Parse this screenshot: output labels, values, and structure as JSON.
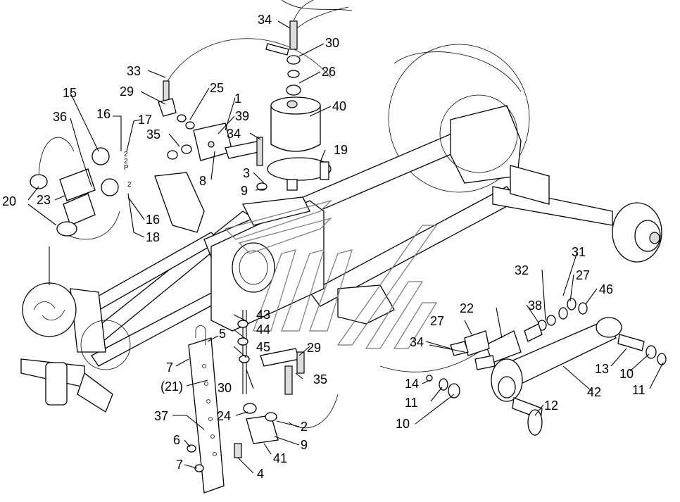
{
  "diagram": {
    "callouts": [
      {
        "id": "c34a",
        "text": "34"
      },
      {
        "id": "c30a",
        "text": "30"
      },
      {
        "id": "c26",
        "text": "26"
      },
      {
        "id": "c33",
        "text": "33"
      },
      {
        "id": "c25",
        "text": "25"
      },
      {
        "id": "c29a",
        "text": "29"
      },
      {
        "id": "c1",
        "text": "1"
      },
      {
        "id": "c40",
        "text": "40"
      },
      {
        "id": "c15",
        "text": "15"
      },
      {
        "id": "c39",
        "text": "39"
      },
      {
        "id": "c36",
        "text": "36"
      },
      {
        "id": "c16a",
        "text": "16"
      },
      {
        "id": "c17",
        "text": "17"
      },
      {
        "id": "c35a",
        "text": "35"
      },
      {
        "id": "c34b",
        "text": "34"
      },
      {
        "id": "c19",
        "text": "19"
      },
      {
        "id": "c8",
        "text": "8"
      },
      {
        "id": "c3",
        "text": "3"
      },
      {
        "id": "c9a",
        "text": "9"
      },
      {
        "id": "c20",
        "text": "20"
      },
      {
        "id": "c23",
        "text": "23"
      },
      {
        "id": "c16b",
        "text": "16"
      },
      {
        "id": "c18",
        "text": "18"
      },
      {
        "id": "c31",
        "text": "31"
      },
      {
        "id": "c32",
        "text": "32"
      },
      {
        "id": "c27a",
        "text": "27"
      },
      {
        "id": "c46",
        "text": "46"
      },
      {
        "id": "c38",
        "text": "38"
      },
      {
        "id": "c22",
        "text": "22"
      },
      {
        "id": "c43",
        "text": "43"
      },
      {
        "id": "c44",
        "text": "44"
      },
      {
        "id": "c27b",
        "text": "27"
      },
      {
        "id": "c45",
        "text": "45"
      },
      {
        "id": "c29b",
        "text": "29"
      },
      {
        "id": "c5",
        "text": "5"
      },
      {
        "id": "c34c",
        "text": "34"
      },
      {
        "id": "c13",
        "text": "13"
      },
      {
        "id": "c10a",
        "text": "10"
      },
      {
        "id": "c7a",
        "text": "7"
      },
      {
        "id": "c21",
        "text": "(21)"
      },
      {
        "id": "c30b",
        "text": "30"
      },
      {
        "id": "c35b",
        "text": "35"
      },
      {
        "id": "c14",
        "text": "14"
      },
      {
        "id": "c11a",
        "text": "11"
      },
      {
        "id": "c42",
        "text": "42"
      },
      {
        "id": "c11b",
        "text": "11"
      },
      {
        "id": "c12",
        "text": "12"
      },
      {
        "id": "c10b",
        "text": "10"
      },
      {
        "id": "c37",
        "text": "37"
      },
      {
        "id": "c24",
        "text": "24"
      },
      {
        "id": "c2",
        "text": "2"
      },
      {
        "id": "c6",
        "text": "6"
      },
      {
        "id": "c9b",
        "text": "9"
      },
      {
        "id": "c7b",
        "text": "7"
      },
      {
        "id": "c41",
        "text": "41"
      },
      {
        "id": "c4",
        "text": "4"
      }
    ],
    "small_marks": [
      {
        "id": "m2a",
        "text": "2"
      },
      {
        "id": "mPa",
        "text": "P"
      },
      {
        "id": "m2b",
        "text": "2"
      },
      {
        "id": "m2c",
        "text": "2"
      }
    ],
    "colors": {
      "line": "#000000",
      "background": "#ffffff",
      "watermark": "#777777",
      "fill": "#dddddd"
    }
  }
}
